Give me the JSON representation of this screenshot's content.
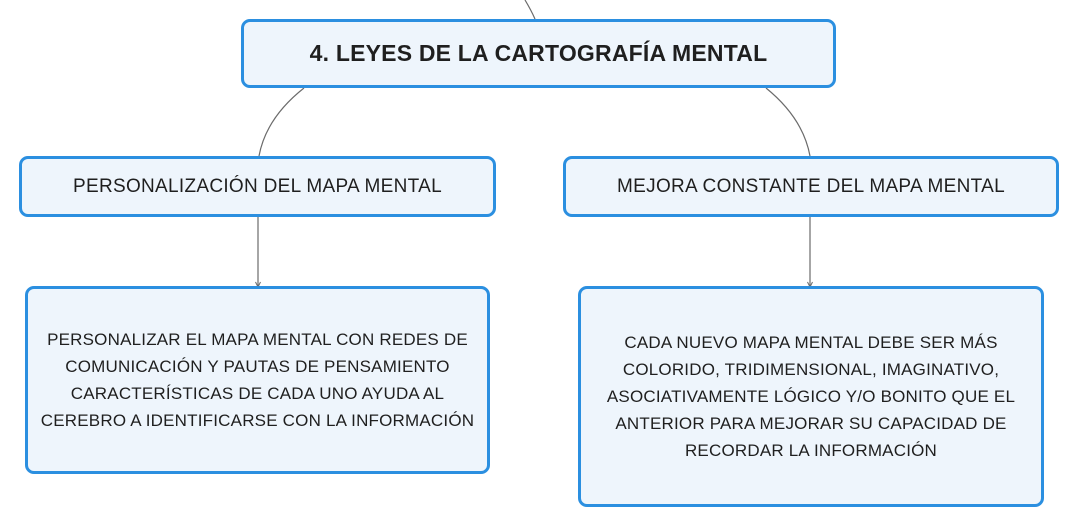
{
  "diagram": {
    "title": "4. LEYES DE LA CARTOGRAFÍA MENTAL",
    "branches": [
      {
        "label": "PERSONALIZACIÓN DEL MAPA MENTAL",
        "detail": "PERSONALIZAR EL MAPA MENTAL CON REDES DE COMUNICACIÓN Y PAUTAS DE PENSAMIENTO CARACTERÍSTICAS DE CADA UNO AYUDA AL CEREBRO A IDENTIFICARSE CON LA INFORMACIÓN"
      },
      {
        "label": "MEJORA CONSTANTE DEL MAPA MENTAL",
        "detail": "CADA NUEVO MAPA MENTAL DEBE SER MÁS COLORIDO, TRIDIMENSIONAL, IMAGINATIVO, ASOCIATIVAMENTE LÓGICO Y/O BONITO QUE EL ANTERIOR PARA MEJORAR SU CAPACIDAD DE RECORDAR LA INFORMACIÓN"
      }
    ]
  },
  "colors": {
    "node_border": "#2b8fe0",
    "node_fill": "#eef5fc",
    "connector": "#6b6b6b",
    "text": "#1f1f1f"
  }
}
